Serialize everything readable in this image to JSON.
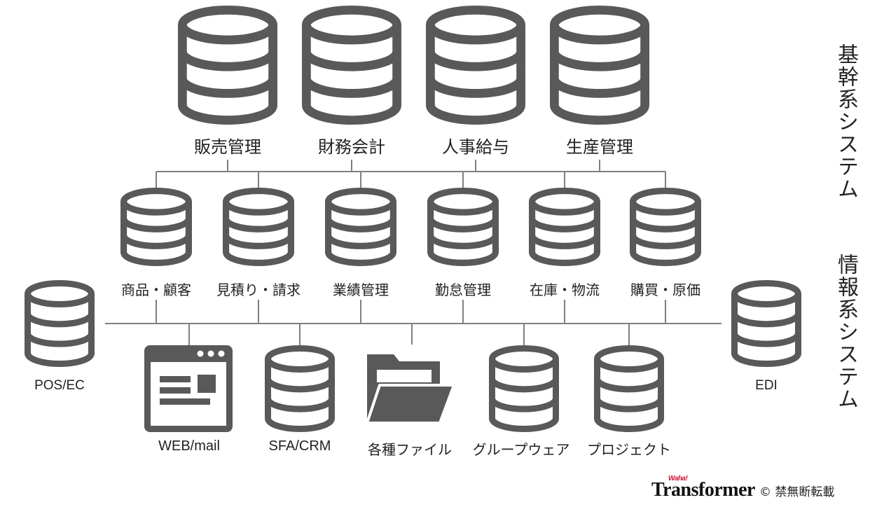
{
  "colors": {
    "icon": "#595959",
    "line": "#7f7f7f",
    "text": "#222222",
    "logo_accent": "#c8102e"
  },
  "side_titles": {
    "core": "基幹系システム",
    "info": "情報系システム"
  },
  "core_systems": [
    {
      "label": "販売管理",
      "icon": "database-icon"
    },
    {
      "label": "財務会計",
      "icon": "database-icon"
    },
    {
      "label": "人事給与",
      "icon": "database-icon"
    },
    {
      "label": "生産管理",
      "icon": "database-icon"
    }
  ],
  "mid_systems": [
    {
      "label": "商品・顧客",
      "icon": "database-icon"
    },
    {
      "label": "見積り・請求",
      "icon": "database-icon"
    },
    {
      "label": "業績管理",
      "icon": "database-icon"
    },
    {
      "label": "勤怠管理",
      "icon": "database-icon"
    },
    {
      "label": "在庫・物流",
      "icon": "database-icon"
    },
    {
      "label": "購買・原価",
      "icon": "database-icon"
    }
  ],
  "info_systems": [
    {
      "label": "WEB/mail",
      "icon": "browser-window-icon"
    },
    {
      "label": "SFA/CRM",
      "icon": "database-icon"
    },
    {
      "label": "各種ファイル",
      "icon": "folder-icon"
    },
    {
      "label": "グループウェア",
      "icon": "database-icon"
    },
    {
      "label": "プロジェクト",
      "icon": "database-icon"
    }
  ],
  "external": [
    {
      "label": "POS/EC",
      "icon": "database-icon"
    },
    {
      "label": "EDI",
      "icon": "database-icon"
    }
  ],
  "footer": {
    "logo_text": "Transformer",
    "logo_small": "Waha!",
    "copyright": "© 禁無断転載"
  }
}
